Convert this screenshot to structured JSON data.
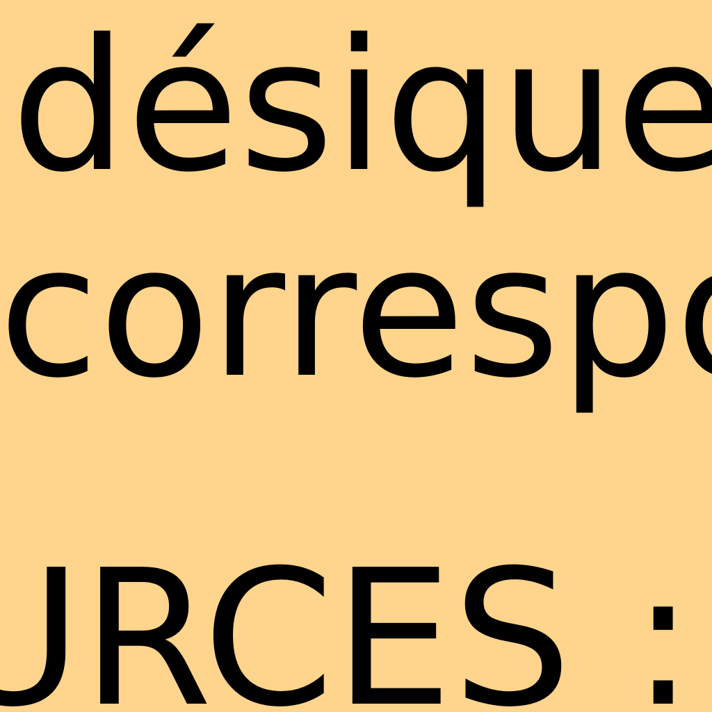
{
  "colors": {
    "background": "#FFD48C",
    "text": "#000000"
  },
  "text_fragment": {
    "line_1": "désique",
    "line_2": "correspo",
    "line_3": "URCES :"
  }
}
